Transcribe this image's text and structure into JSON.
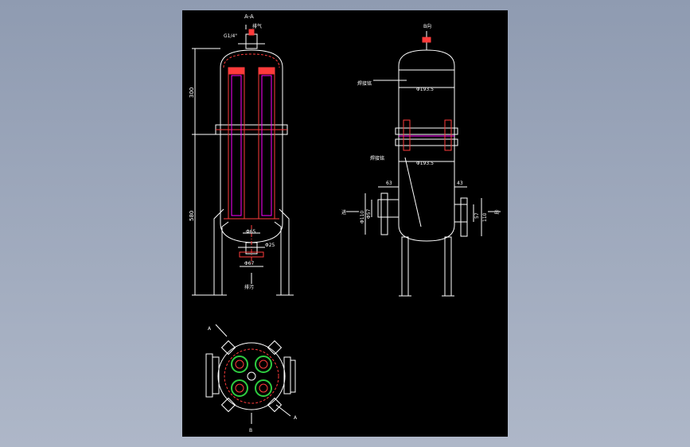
{
  "drawing": {
    "background": "#000000",
    "colors": {
      "outline": "#ffffff",
      "cut": "#ff3b3b",
      "accent": "#ff00ff",
      "element": "#2ecc40",
      "dim": "#ffffff"
    },
    "section_title": "A-A",
    "view_label": "B向",
    "labels": {
      "vent_top": "排气",
      "thread_spec": "G1/4\"",
      "nameplate_1": "焊接铭",
      "nameplate_2": "焊接铭",
      "drain": "排污",
      "inlet": "进",
      "outlet": "出",
      "section_marker_a1": "A",
      "section_marker_a2": "A",
      "view_marker_b": "B"
    },
    "dims": {
      "h_upper": "300",
      "h_lower": "580",
      "d_outlet_inner": "Φ65",
      "d_outlet_flange": "Φ25",
      "d_bottom_flange": "Φ67",
      "d_shell_1": "Φ193.5",
      "d_shell_2": "Φ193.5",
      "nozzle_left_len": "63",
      "nozzle_right_len": "43",
      "nozzle_left_d1": "Φ110",
      "nozzle_left_d2": "Φ57",
      "nozzle_right_d1": "57",
      "nozzle_right_d2": "110"
    }
  }
}
